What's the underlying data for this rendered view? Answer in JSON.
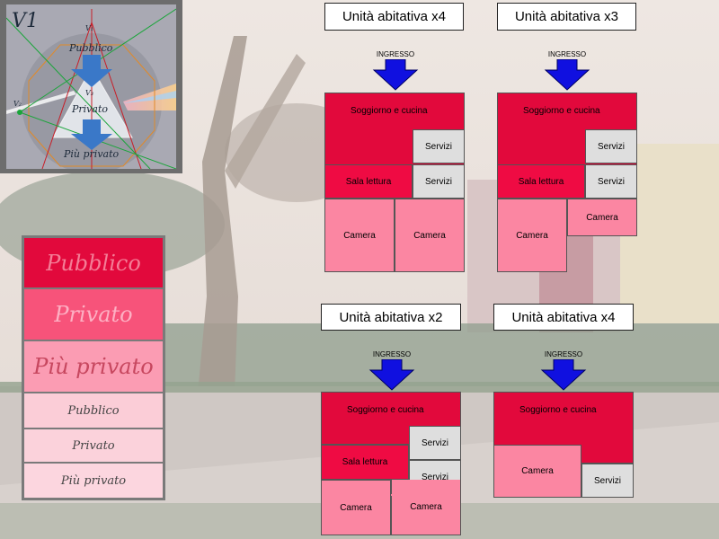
{
  "thumbnail": {
    "title": "V1",
    "label_v1": "V₁",
    "label_v2": "V₂",
    "label_v3": "V₃",
    "label_pubblico": "Pubblico",
    "label_privato": "Privato",
    "label_piu_privato": "Più privato"
  },
  "legend": {
    "large": [
      "Pubblico",
      "Privato",
      "Più privato"
    ],
    "small": [
      "Pubblico",
      "Privato",
      "Più privato"
    ]
  },
  "units": [
    {
      "title": "Unità abitativa x4",
      "entrance": "INGRESSO",
      "rooms": {
        "soggiorno": "Soggiorno e cucina",
        "servizi1": "Servizi",
        "sala": "Sala lettura",
        "servizi2": "Servizi",
        "camera1": "Camera",
        "camera2": "Camera"
      }
    },
    {
      "title": "Unità abitativa x3",
      "entrance": "INGRESSO",
      "rooms": {
        "soggiorno": "Soggiorno e cucina",
        "servizi1": "Servizi",
        "sala": "Sala lettura",
        "servizi2": "Servizi",
        "camera1": "Camera",
        "camera2": "Camera"
      }
    },
    {
      "title": "Unità abitativa x2",
      "entrance": "INGRESSO",
      "rooms": {
        "soggiorno": "Soggiorno e cucina",
        "servizi1": "Servizi",
        "sala": "Sala lettura",
        "servizi2": "Servizi",
        "camera1": "Camera",
        "camera2": "Camera"
      }
    },
    {
      "title": "Unità abitativa x4",
      "entrance": "INGRESSO",
      "rooms": {
        "soggiorno": "Soggiorno e cucina",
        "camera1": "Camera",
        "servizi1": "Servizi"
      }
    }
  ],
  "colors": {
    "pubblico": "#e2093c",
    "privato": "#f7537a",
    "piu_privato": "#fb86a2",
    "servizi": "#dedede",
    "arrow": "#1010e0"
  }
}
